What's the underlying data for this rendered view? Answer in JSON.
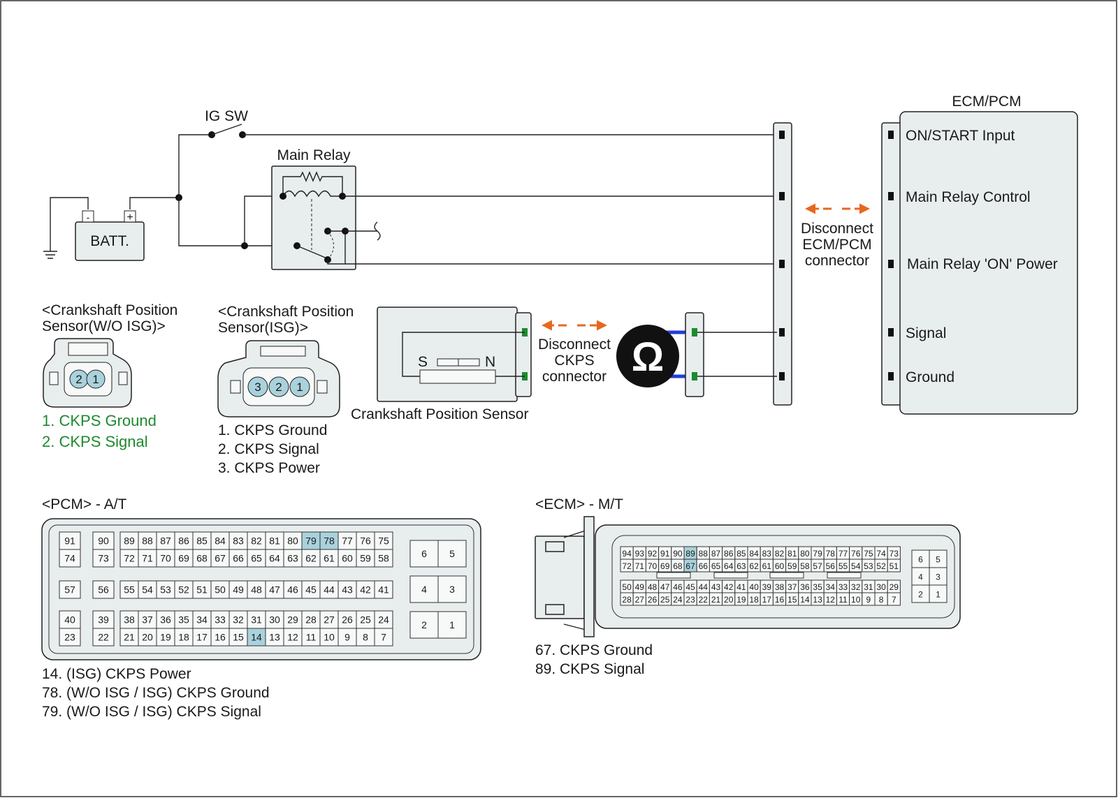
{
  "ig_sw_label": "IG SW",
  "main_relay_label": "Main Relay",
  "battery": {
    "label": "BATT.",
    "minus": "-",
    "plus": "+"
  },
  "ecm": {
    "title": "ECM/PCM",
    "pins": [
      "ON/START Input",
      "Main Relay Control",
      "Main Relay 'ON' Power",
      "Signal",
      "Ground"
    ]
  },
  "disconnect_ecm": [
    "Disconnect",
    "ECM/PCM",
    "connector"
  ],
  "disconnect_ckps": [
    "Disconnect",
    "CKPS",
    "connector"
  ],
  "sensor": {
    "title": "Crankshaft Position Sensor",
    "s": "S",
    "n": "N"
  },
  "ohm_symbol": "Ω",
  "wo_isg": {
    "title": [
      "<Crankshaft Position",
      "Sensor(W/O ISG)>"
    ],
    "pins": [
      "2",
      "1"
    ],
    "legend": [
      "1. CKPS Ground",
      "2. CKPS Signal"
    ],
    "legend_color": "#1e8a2e"
  },
  "isg": {
    "title": [
      "<Crankshaft Position",
      "Sensor(ISG)>"
    ],
    "pins": [
      "3",
      "2",
      "1"
    ],
    "legend": [
      "1. CKPS Ground",
      "2. CKPS Signal",
      "3. CKPS Power"
    ]
  },
  "pcm": {
    "title": "<PCM> - A/T",
    "highlight_pins": [
      "79",
      "78",
      "14"
    ],
    "highlight_color": "#a9d2dc",
    "legend": [
      "14. (ISG) CKPS Power",
      "78. (W/O ISG / ISG) CKPS Ground",
      "79. (W/O ISG / ISG) CKPS Signal"
    ]
  },
  "ecm_mt": {
    "title": "<ECM> - M/T",
    "highlight_pins": [
      "89",
      "67"
    ],
    "legend": [
      "67. CKPS Ground",
      "89. CKPS Signal"
    ]
  },
  "colors": {
    "arrow": "#e8671e",
    "probe_wire": "#1f3fd6",
    "pin_green": "#1e8a2e",
    "panel": "#e8edee"
  }
}
